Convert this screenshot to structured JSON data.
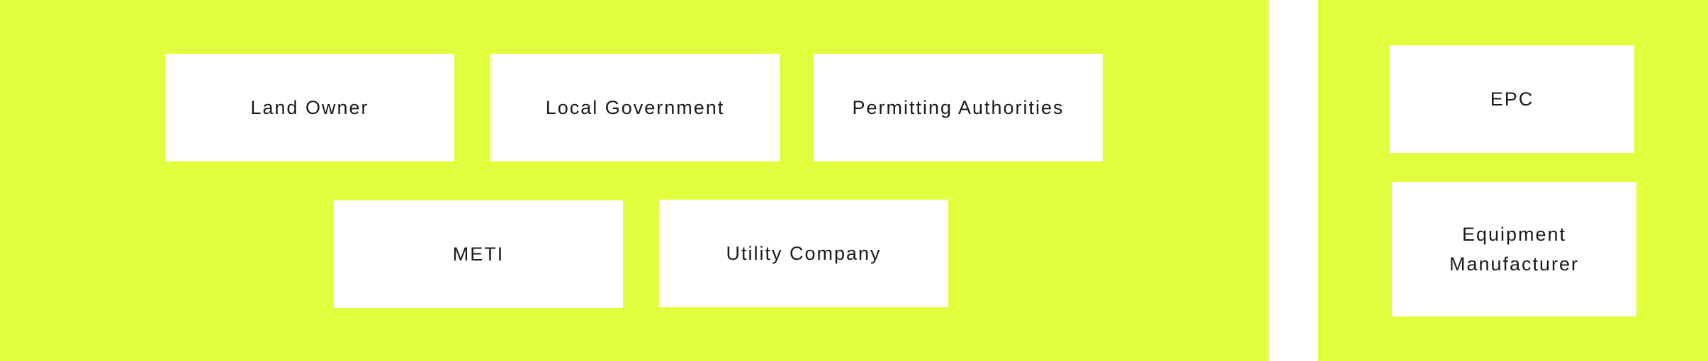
{
  "colors": {
    "panel": "#e1ff3c",
    "node": "#ffffff",
    "text": "#1a1a1a",
    "gap": "#ffffff"
  },
  "left_group": {
    "nodes": {
      "land_owner": "Land Owner",
      "local_government": "Local Government",
      "permitting_authorities": "Permitting Authorities",
      "meti": "METI",
      "utility_company": "Utility Company"
    }
  },
  "right_group": {
    "nodes": {
      "epc": "EPC",
      "equipment_manufacturer_line1": "Equipment",
      "equipment_manufacturer_line2": "Manufacturer"
    }
  }
}
